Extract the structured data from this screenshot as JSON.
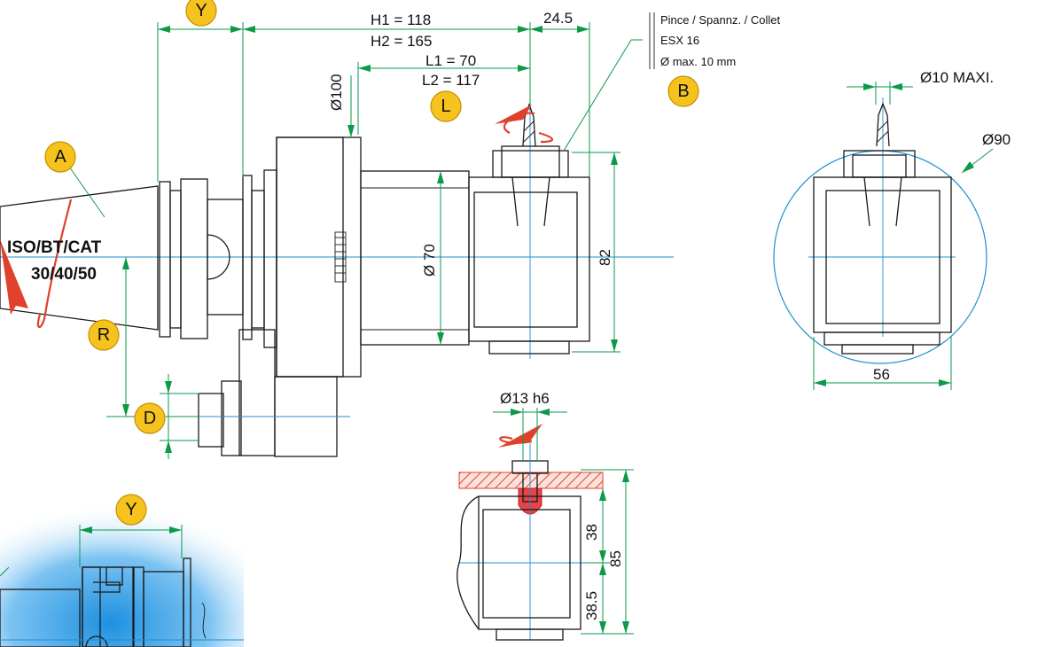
{
  "dimensions": {
    "h1": "H1 = 118",
    "h2": "H2 = 165",
    "d24_5": "24.5",
    "l1": "L1 = 70",
    "l2": "L2 = 117",
    "d100": "Ø100",
    "d70": "Ø 70",
    "d82": "82",
    "d10max": "Ø10 MAXI.",
    "d90": "Ø90",
    "d56": "56",
    "d13h6": "Ø13 h6",
    "d38": "38",
    "d38_5": "38.5",
    "d85": "85"
  },
  "collet_note": {
    "line1": "Pince / Spannz. / Collet",
    "line2": "ESX 16",
    "line3": "Ø max. 10 mm"
  },
  "taper_label": {
    "line1": "ISO/BT/CAT",
    "line2": "30/40/50"
  },
  "badges": {
    "y_top": "Y",
    "l": "L",
    "b": "B",
    "a": "A",
    "r": "R",
    "d": "D",
    "y_bottom": "Y"
  },
  "colors": {
    "dimension_lines": "#0a9a4a",
    "center_lines": "#1f8fd0",
    "rotation_arrows": "#e0412a",
    "badges": "#f6c21d"
  }
}
